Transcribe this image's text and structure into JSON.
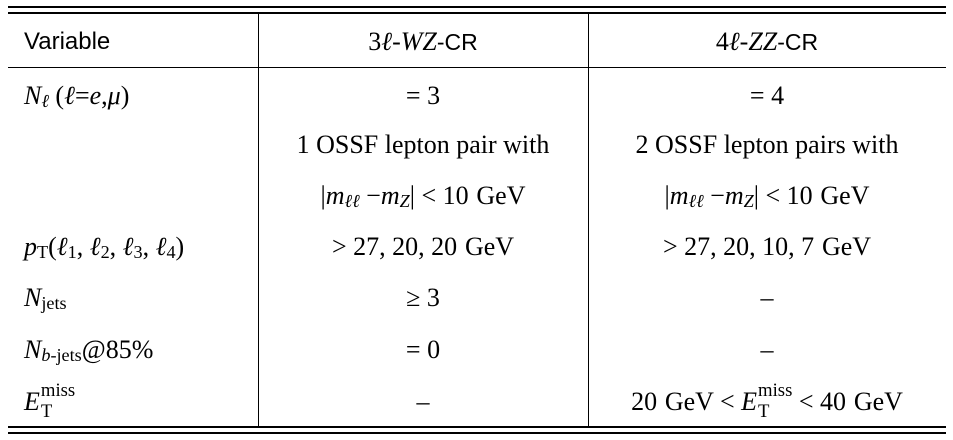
{
  "table": {
    "headers": [
      "Variable",
      "3ℓ-WZ-CR",
      "4ℓ-ZZ-CR"
    ],
    "rows": [
      {
        "variable": "N_ℓ (ℓ = e, μ)",
        "wz": "= 3",
        "zz": "= 4"
      },
      {
        "variable": "",
        "wz": "1 OSSF lepton pair with",
        "zz": "2 OSSF lepton pairs with"
      },
      {
        "variable": "",
        "wz": "|m_ℓℓ − m_Z| < 10 GeV",
        "zz": "|m_ℓℓ − m_Z| < 10 GeV"
      },
      {
        "variable": "p_T(ℓ1, ℓ2, ℓ3, ℓ4)",
        "wz": "> 27, 20, 20 GeV",
        "zz": "> 27, 20, 10, 7 GeV"
      },
      {
        "variable": "N_jets",
        "wz": "≥ 3",
        "zz": "–"
      },
      {
        "variable": "N_b-jets@85%",
        "wz": "= 0",
        "zz": "–"
      },
      {
        "variable": "E_T^miss",
        "wz": "–",
        "zz": "20 GeV < E_T^miss < 40 GeV"
      }
    ]
  }
}
